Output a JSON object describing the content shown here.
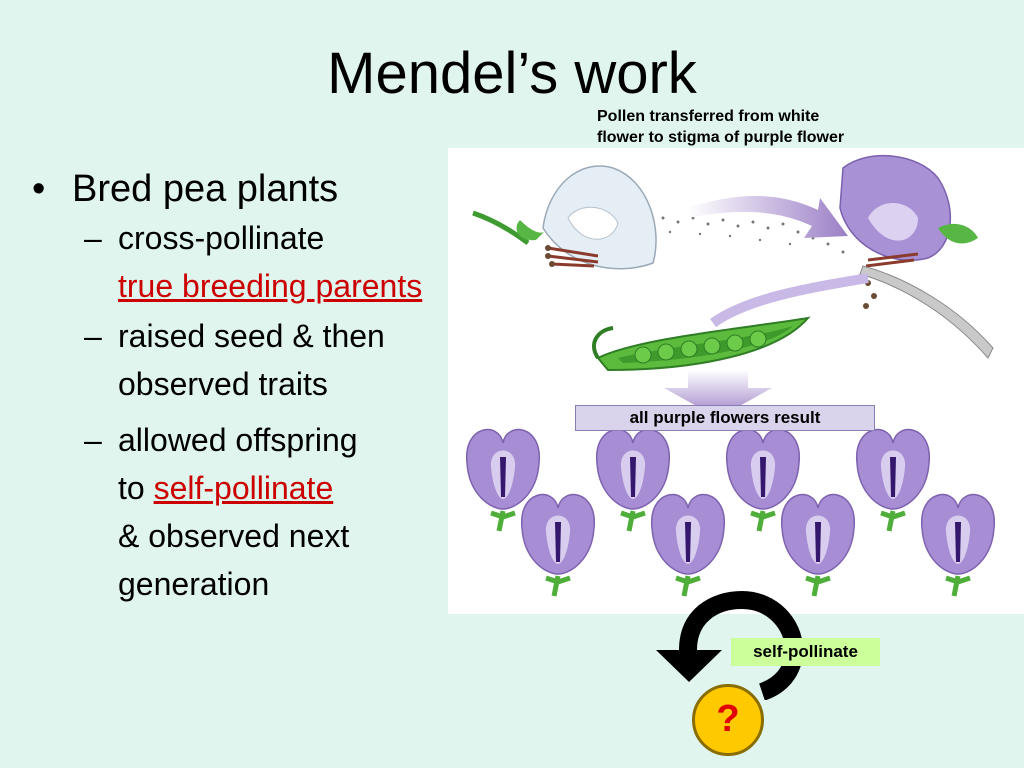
{
  "slide": {
    "title": "Mendel’s work"
  },
  "bullets": {
    "main": "Bred pea plants",
    "sub1": {
      "line1": "cross-pollinate",
      "link": "true breeding parents"
    },
    "sub2": {
      "line1": "raised seed & then",
      "line2": "observed traits"
    },
    "sub3": {
      "line1": "allowed offspring",
      "to_prefix": "to",
      "link": "self-pollinate",
      "line3": "& observed next",
      "line4": "generation"
    }
  },
  "figure": {
    "pollen_caption_line1": "Pollen transferred from white",
    "pollen_caption_line2": "flower to stigma of purple flower",
    "result_label": "all purple flowers result",
    "self_pollinate_label": "self-pollinate",
    "question_mark": "?"
  },
  "colors": {
    "background": "#dff5ee",
    "link_red": "#cc0000",
    "flower_purple": "#a48bd0",
    "label_green": "#ccff99",
    "question_yellow": "#ffc900"
  }
}
